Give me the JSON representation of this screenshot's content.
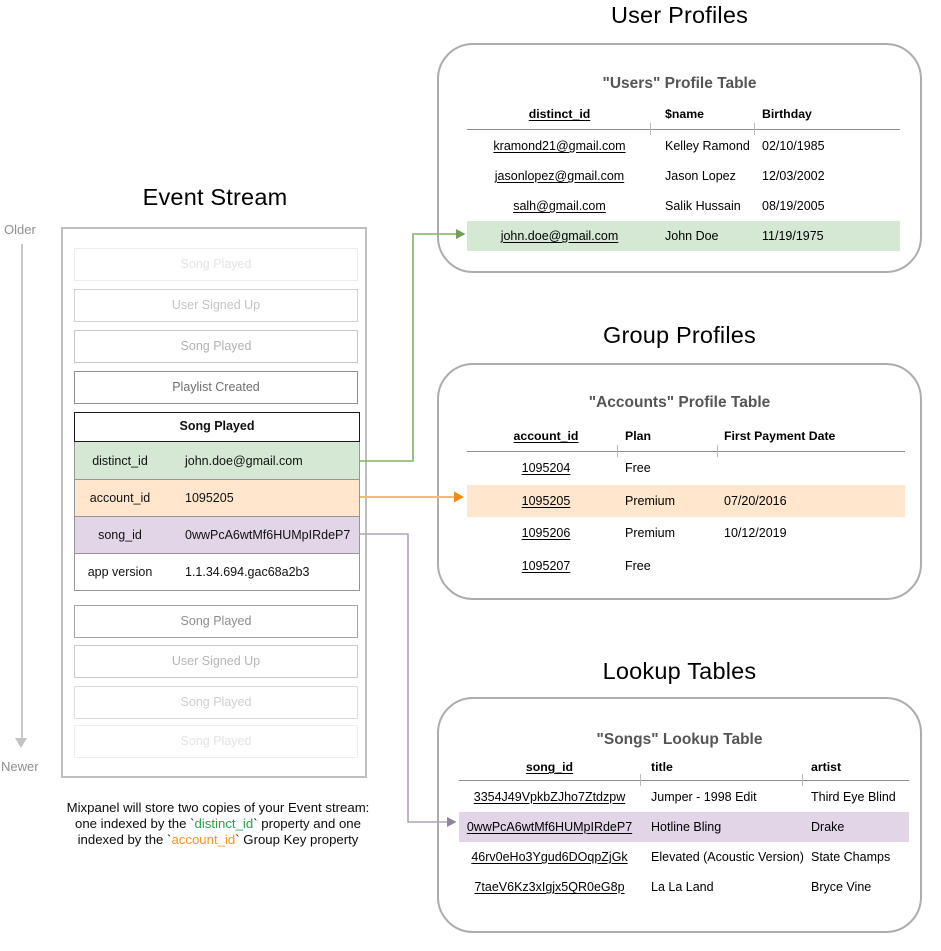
{
  "colors": {
    "green_row": "#d5e8d4",
    "orange_row": "#ffe6cc",
    "purple_row": "#e1d5e7",
    "green_line": "#82b366",
    "green_arrow": "#6fa055",
    "orange_line": "#f0bc77",
    "orange_arrow": "#f28b17",
    "purple_line": "#b3a1c2",
    "purple_arrow": "#8f8499",
    "caption_green": "#2ca049",
    "caption_orange": "#f7941d"
  },
  "event_stream": {
    "title": "Event Stream",
    "older_label": "Older",
    "newer_label": "Newer",
    "events_before": [
      "Song Played",
      "User Signed Up",
      "Song Played",
      "Playlist Created"
    ],
    "expanded_event": {
      "name": "Song Played",
      "properties": [
        {
          "key": "distinct_id",
          "value": "john.doe@gmail.com"
        },
        {
          "key": "account_id",
          "value": "1095205"
        },
        {
          "key": "song_id",
          "value": "0wwPcA6wtMf6HUMpIRdeP7"
        },
        {
          "key": "app version",
          "value": "1.1.34.694.gac68a2b3"
        }
      ]
    },
    "events_after": [
      "Song Played",
      "User Signed Up",
      "Song Played",
      "Song Played"
    ]
  },
  "caption": {
    "line1": "Mixpanel will store two copies of your Event stream:",
    "line2_pre": "one indexed by the `",
    "line2_highlight": "distinct_id",
    "line2_post": "` property and one",
    "line3_pre": "indexed by the `",
    "line3_highlight": "account_id",
    "line3_post": "` Group Key property"
  },
  "user_profiles": {
    "section_title": "User Profiles",
    "table_title": "\"Users\" Profile Table",
    "columns": [
      "distinct_id",
      "$name",
      "Birthday"
    ],
    "rows": [
      [
        "kramond21@gmail.com",
        "Kelley Ramond",
        "02/10/1985"
      ],
      [
        "jasonlopez@gmail.com",
        "Jason Lopez",
        "12/03/2002"
      ],
      [
        "salh@gmail.com",
        "Salik Hussain",
        "08/19/2005"
      ],
      [
        "john.doe@gmail.com",
        "John Doe",
        "11/19/1975"
      ]
    ],
    "highlighted_row": 3
  },
  "group_profiles": {
    "section_title": "Group Profiles",
    "table_title": "\"Accounts\" Profile Table",
    "columns": [
      "account_id",
      "Plan",
      "First Payment Date"
    ],
    "rows": [
      [
        "1095204",
        "Free",
        ""
      ],
      [
        "1095205",
        "Premium",
        "07/20/2016"
      ],
      [
        "1095206",
        "Premium",
        "10/12/2019"
      ],
      [
        "1095207",
        "Free",
        ""
      ]
    ],
    "highlighted_row": 1
  },
  "lookup_tables": {
    "section_title": "Lookup Tables",
    "table_title": "\"Songs\" Lookup Table",
    "columns": [
      "song_id",
      "title",
      "artist"
    ],
    "rows": [
      [
        "3354J49VpkbZJho7Ztdzpw",
        "Jumper - 1998 Edit",
        "Third Eye Blind"
      ],
      [
        "0wwPcA6wtMf6HUMpIRdeP7",
        "Hotline Bling",
        "Drake"
      ],
      [
        "46rv0eHo3Ygud6DOqpZjGk",
        "Elevated (Acoustic Version)",
        "State Champs"
      ],
      [
        "7taeV6Kz3xIgjx5QR0eG8p",
        "La La Land",
        "Bryce Vine"
      ]
    ],
    "highlighted_row": 1
  }
}
